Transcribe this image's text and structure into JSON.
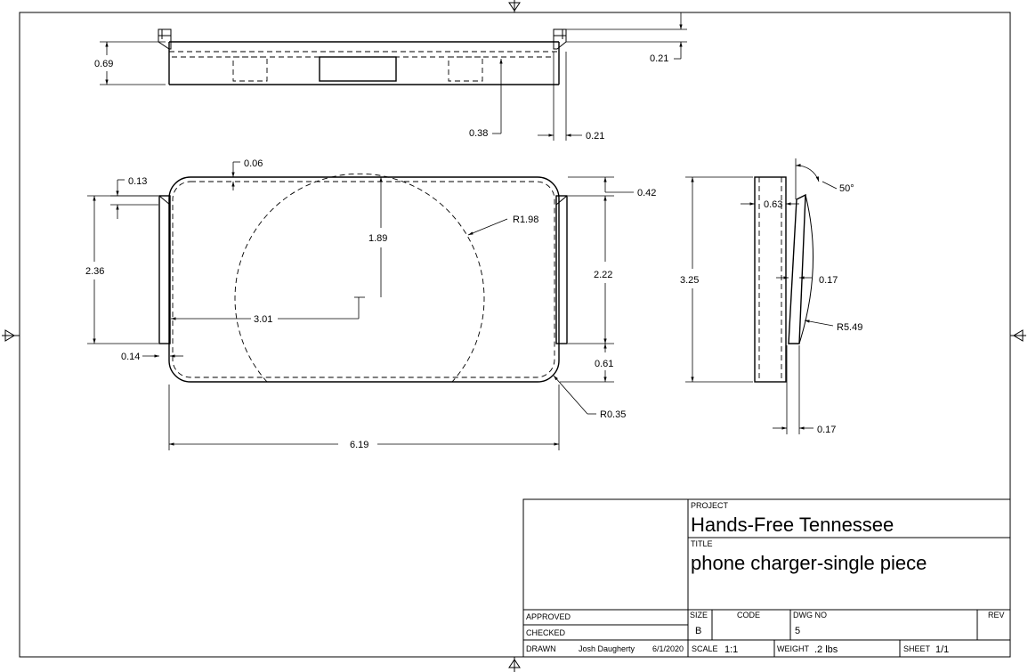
{
  "top_view": {
    "dims": [
      "0.69",
      "0.21",
      "0.38",
      "0.21"
    ]
  },
  "front_view": {
    "dims": [
      "0.06",
      "0.13",
      "0.42",
      "2.36",
      "1.89",
      "R1.98",
      "2.22",
      "3.01",
      "0.14",
      "0.61",
      "R0.35",
      "6.19"
    ]
  },
  "side_view": {
    "dims": [
      "50°",
      "0.63",
      "3.25",
      "0.17",
      "R5.49",
      "0.17"
    ]
  },
  "title_block": {
    "project_label": "PROJECT",
    "project": "Hands-Free Tennessee",
    "title_label": "TITLE",
    "title": "phone charger-single piece",
    "approved_label": "APPROVED",
    "checked_label": "CHECKED",
    "drawn_label": "DRAWN",
    "drawn_by": "Josh Daugherty",
    "drawn_date": "6/1/2020",
    "size_label": "SIZE",
    "size": "B",
    "code_label": "CODE",
    "dwg_no_label": "DWG NO",
    "dwg_no": "5",
    "rev_label": "REV",
    "scale_label": "SCALE",
    "scale": "1:1",
    "weight_label": "WEIGHT",
    "weight": ".2 lbs",
    "sheet_label": "SHEET",
    "sheet": "1/1"
  }
}
